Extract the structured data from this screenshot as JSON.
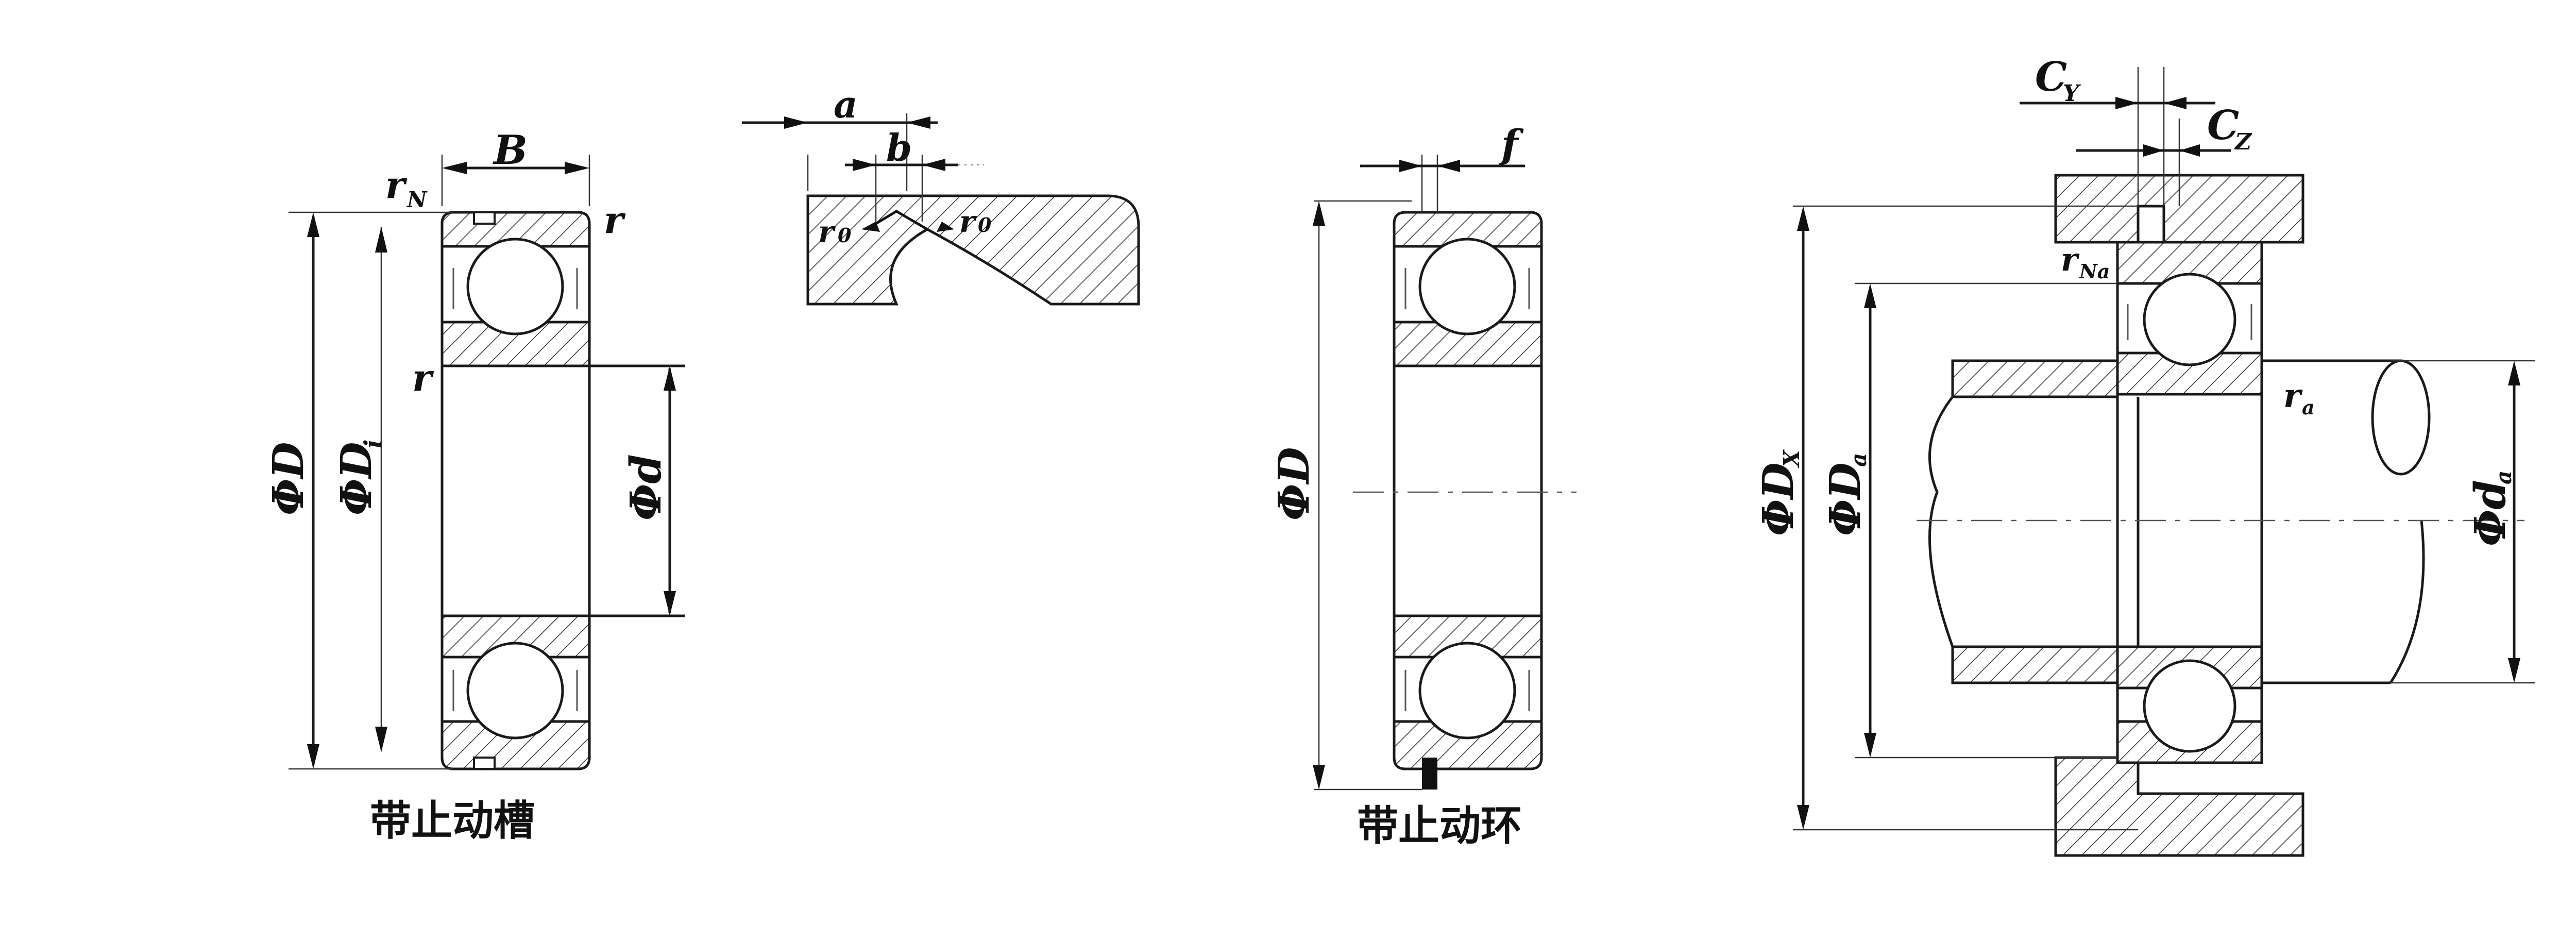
{
  "figure1": {
    "caption": "带止动槽",
    "labels": {
      "B": "B",
      "rN": "r",
      "rN_sub": "N",
      "r_top": "r",
      "r_mid": "r",
      "phiD": "ΦD",
      "phiDi": "ΦD",
      "phiDi_sub": "i",
      "phid": "Φd"
    }
  },
  "figure2": {
    "labels": {
      "a": "a",
      "b": "b",
      "r0_left": "r",
      "r0_left_sub": "0",
      "r0_right": "r",
      "r0_right_sub": "0"
    }
  },
  "figure3": {
    "caption": "带止动环",
    "labels": {
      "f": "f",
      "phiD": "ΦD"
    }
  },
  "figure4": {
    "labels": {
      "C1": "C",
      "C1_sub": "Y",
      "C2": "C",
      "C2_sub": "Z",
      "rNa": "r",
      "rNa_sub": "Na",
      "ra": "r",
      "ra_sub": "a",
      "phiDx": "ΦD",
      "phiDx_sub": "X",
      "phiDa": "ΦD",
      "phiDa_sub": "a",
      "phida": "Φd",
      "phida_sub": "a"
    }
  }
}
